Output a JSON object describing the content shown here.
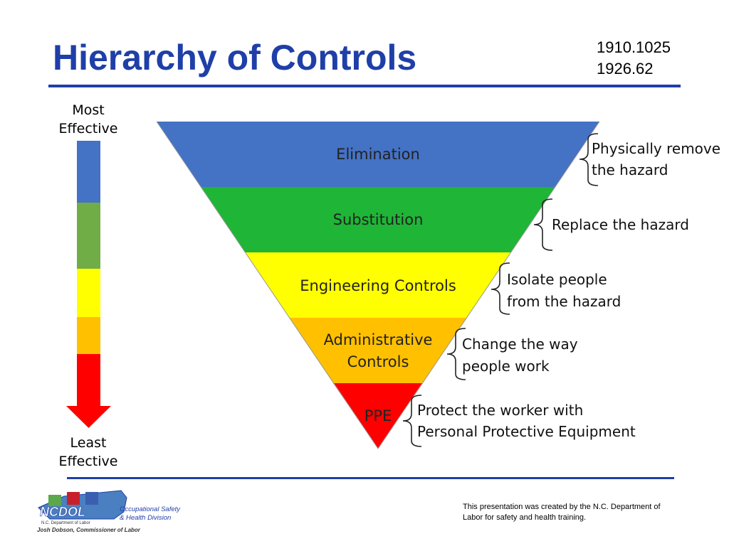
{
  "slide": {
    "title": "Hierarchy of Controls",
    "references": [
      "1910.1025",
      "1926.62"
    ]
  },
  "scale": {
    "top_label": [
      "Most",
      "Effective"
    ],
    "bottom_label": [
      "Least",
      "Effective"
    ]
  },
  "tiers": [
    {
      "label_lines": [
        "Elimination"
      ],
      "color": "#4472c4",
      "desc_lines": [
        "Physically remove",
        "the hazard"
      ]
    },
    {
      "label_lines": [
        "Substitution"
      ],
      "color": "#1fb536",
      "desc_lines": [
        "Replace the hazard"
      ]
    },
    {
      "label_lines": [
        "Engineering Controls"
      ],
      "color": "#ffff00",
      "desc_lines": [
        "Isolate people",
        "from the hazard"
      ]
    },
    {
      "label_lines": [
        "Administrative",
        "Controls"
      ],
      "color": "#ffc000",
      "desc_lines": [
        "Change the way",
        "people work"
      ]
    },
    {
      "label_lines": [
        "PPE"
      ],
      "color": "#ff0000",
      "desc_lines": [
        "Protect the worker with",
        "Personal Protective Equipment"
      ]
    }
  ],
  "scale_bar_colors": [
    "#4472c4",
    "#70ad47",
    "#ffff00",
    "#ffc000",
    "#ff0000"
  ],
  "footer": {
    "note": "This presentation was created by the N.C. Department of Labor for safety and health training.",
    "logo": {
      "agency_abbr": "NCDOL",
      "agency_sub": "N.C. Department of Labor",
      "division": [
        "Occupational Safety",
        "& Health Division"
      ],
      "commissioner": "Josh Dobson, Commissioner of Labor"
    }
  }
}
